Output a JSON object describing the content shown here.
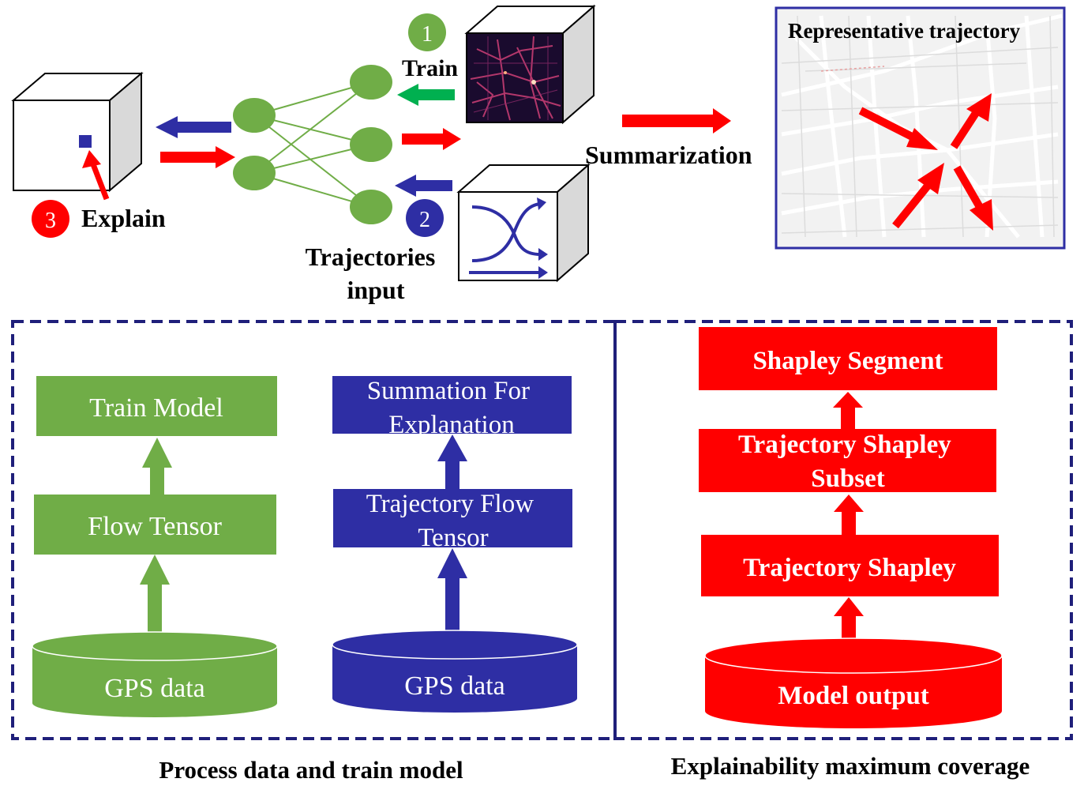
{
  "top": {
    "steps": [
      {
        "number": "1",
        "label": "Train"
      },
      {
        "number": "2",
        "label": ""
      },
      {
        "number": "3",
        "label": "Explain"
      }
    ],
    "trajectories_input": [
      "Trajectories",
      "input"
    ],
    "summarization": "Summarization",
    "map_title": "Representative trajectory"
  },
  "left_panel": {
    "caption": "Process data and train model",
    "green_column": {
      "top_box": "Train Model",
      "middle_box": "Flow Tensor",
      "database": "GPS data"
    },
    "blue_column": {
      "top_box": [
        "Summation For",
        "Explanation"
      ],
      "middle_box": [
        "Trajectory Flow",
        "Tensor"
      ],
      "database": "GPS data"
    }
  },
  "right_panel": {
    "caption": "Explainability maximum coverage",
    "top_box": "Shapley Segment",
    "upper_box": [
      "Trajectory Shapley",
      "Subset"
    ],
    "lower_box": "Trajectory Shapley",
    "database": "Model output"
  },
  "colors": {
    "green": "#70ad47",
    "blue": "#2e2ea4",
    "red": "#ff0000",
    "bright_green": "#00b050",
    "navy_dash": "#1f1f7a"
  }
}
